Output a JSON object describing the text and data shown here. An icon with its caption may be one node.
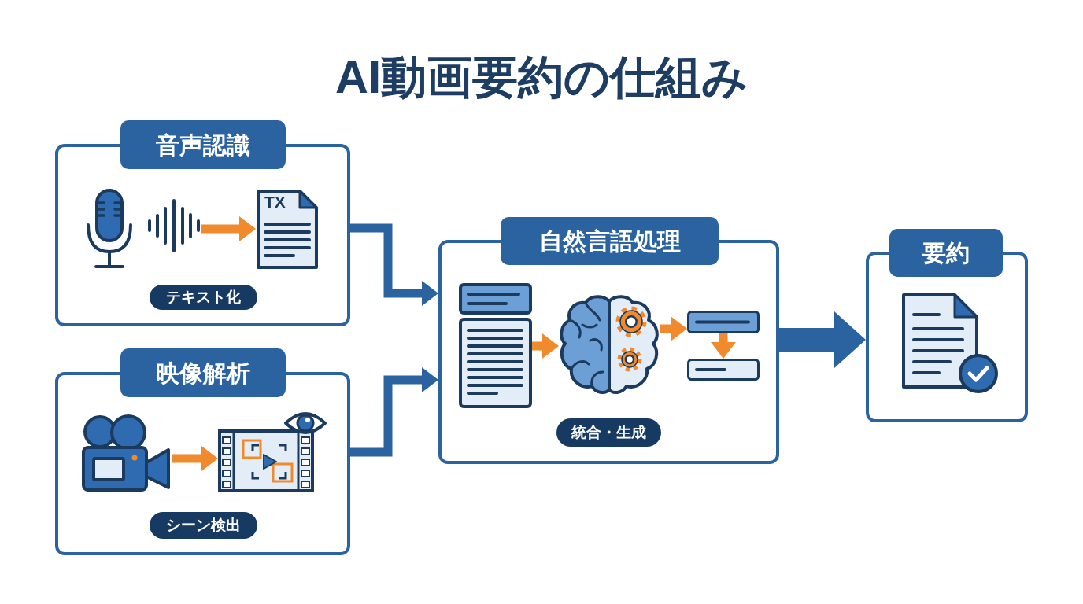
{
  "diagram": {
    "title": "AI動画要約の仕組み",
    "nodes": [
      {
        "text": [
          "音声認識"
        ]
      },
      {
        "text": [],
        "shape": "picture",
        "in": 0
      },
      {
        "text": [
          "TX"
        ],
        "in": 0
      },
      {
        "text": [
          "テキスト化"
        ],
        "in": 0
      },
      {
        "text": [
          "映像解析"
        ]
      },
      {
        "text": [],
        "shape": "picture",
        "in": 4
      },
      {
        "text": [],
        "shape": "picture",
        "in": 4
      },
      {
        "text": [
          "シーン検出"
        ],
        "in": 4
      },
      {
        "text": [
          "自然言語処理"
        ]
      },
      {
        "text": [],
        "shape": "picture",
        "in": 8
      },
      {
        "text": [],
        "shape": "picture",
        "in": 8
      },
      {
        "text": [],
        "shape": "box",
        "in": 8
      },
      {
        "text": [],
        "shape": "box",
        "in": 8
      },
      {
        "text": [
          "統合・生成"
        ],
        "in": 8
      },
      {
        "text": [
          "要約"
        ]
      }
    ],
    "edges": [
      {
        "from": 1,
        "to": 2,
        "arrow": "to"
      },
      {
        "from": 5,
        "to": 6,
        "arrow": "to"
      },
      {
        "from": 9,
        "to": 10,
        "arrow": "to"
      },
      {
        "from": 10,
        "to": 11,
        "arrow": "to"
      },
      {
        "from": 11,
        "to": 12,
        "arrow": "to"
      },
      {
        "from": 0,
        "to": 8,
        "arrow": "to",
        "color": "#2b63a1"
      },
      {
        "from": 4,
        "to": 8,
        "arrow": "to",
        "color": "#2b63a1"
      },
      {
        "from": 8,
        "to": 14,
        "arrow": "to",
        "style": "thick",
        "color": "#2b63a1"
      }
    ]
  }
}
